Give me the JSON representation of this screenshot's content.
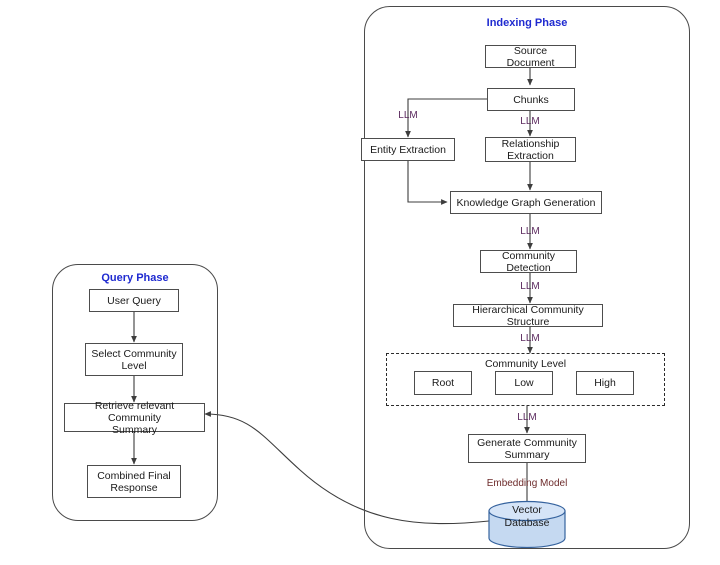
{
  "diagram": {
    "title_indexing": "Indexing Phase",
    "title_query": "Query Phase",
    "indexing_nodes": {
      "source_document": "Source Document",
      "chunks": "Chunks",
      "entity_extraction": "Entity Extraction",
      "relationship_extraction": "Relationship\nExtraction",
      "relationship_extraction_line1": "Relationship",
      "relationship_extraction_line2": "Extraction",
      "knowledge_graph_generation": "Knowledge Graph Generation",
      "community_detection": "Community Detection",
      "hierarchical_community_structure": "Hierarchical Community Structure",
      "community_level_group": "Community Level",
      "level_root": "Root",
      "level_low": "Low",
      "level_high": "High",
      "generate_community_summary_line1": "Generate Community",
      "generate_community_summary_line2": "Summary",
      "vector_database_line1": "Vector",
      "vector_database_line2": "Database"
    },
    "query_nodes": {
      "user_query": "User Query",
      "select_community_level_line1": "Select Community",
      "select_community_level_line2": "Level",
      "retrieve_summary_line1": "Retrieve  relevant Community",
      "retrieve_summary_line2": "Summary",
      "combined_final_response_line1": "Combined Final",
      "combined_final_response_line2": "Response"
    },
    "edge_labels": {
      "llm_chunks_to_entity": "LLM",
      "llm_chunks_to_relationship": "LLM",
      "llm_kg_to_community": "LLM",
      "llm_community_to_hierarchical": "LLM",
      "llm_hierarchical_to_level": "LLM",
      "llm_level_to_summary": "LLM",
      "embedding_model": "Embedding Model"
    },
    "colors": {
      "title_blue": "#1f2ad0",
      "llm_purple": "#5b2a5e",
      "embedding_maroon": "#6d2b2b",
      "node_border": "#4d4d4d",
      "panel_border": "#4a4a4a",
      "cylinder_fill": "#c5d9f1",
      "cylinder_border": "#36639e",
      "arrow_stroke": "#3d3d3d"
    }
  }
}
